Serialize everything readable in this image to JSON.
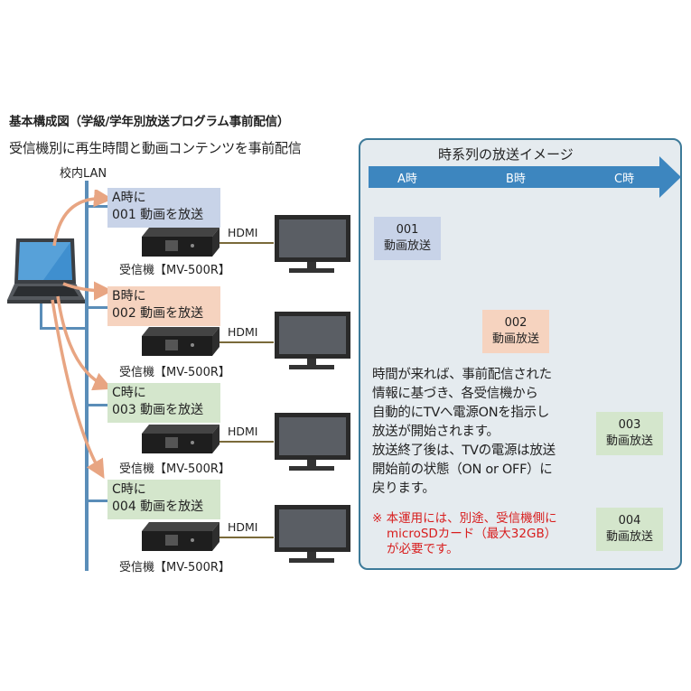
{
  "title": "基本構成図（学級/学年別放送プログラム事前配信）",
  "subtitle": "受信機別に再生時間と動画コンテンツを事前配信",
  "lan_label": "校内LAN",
  "receivers": [
    {
      "tag_line1": "A時に",
      "tag_line2": "001 動画を放送",
      "label": "受信機【MV-500R】",
      "hdmi": "HDMI"
    },
    {
      "tag_line1": "B時に",
      "tag_line2": "002 動画を放送",
      "label": "受信機【MV-500R】",
      "hdmi": "HDMI"
    },
    {
      "tag_line1": "C時に",
      "tag_line2": "003 動画を放送",
      "label": "受信機【MV-500R】",
      "hdmi": "HDMI"
    },
    {
      "tag_line1": "C時に",
      "tag_line2": "004 動画を放送",
      "label": "受信機【MV-500R】",
      "hdmi": "HDMI"
    }
  ],
  "timeline": {
    "title": "時系列の放送イメージ",
    "times": [
      "A時",
      "B時",
      "C時"
    ],
    "broadcasts": [
      {
        "num": "001",
        "label": "動画放送"
      },
      {
        "num": "002",
        "label": "動画放送"
      },
      {
        "num": "003",
        "label": "動画放送"
      },
      {
        "num": "004",
        "label": "動画放送"
      }
    ],
    "description": [
      "時間が来れば、事前配信された",
      "情報に基づき、各受信機から",
      "自動的にTVへ電源ONを指示し",
      "放送が開始されます。",
      "放送終了後は、TVの電源は放送",
      "開始前の状態（ON or OFF）に",
      "戻ります。"
    ],
    "note": [
      "※ 本運用には、別途、受信機側に",
      "microSDカード（最大32GB）",
      "が必要です。"
    ]
  },
  "colors": {
    "lan": "#5a8db8",
    "arrow": "#3d86bf",
    "panel_border": "#3d7a99",
    "tag_a": "#c8d3e8",
    "tag_b": "#f6d3bf",
    "tag_c": "#d4e6cc",
    "note": "#d81e1e"
  }
}
